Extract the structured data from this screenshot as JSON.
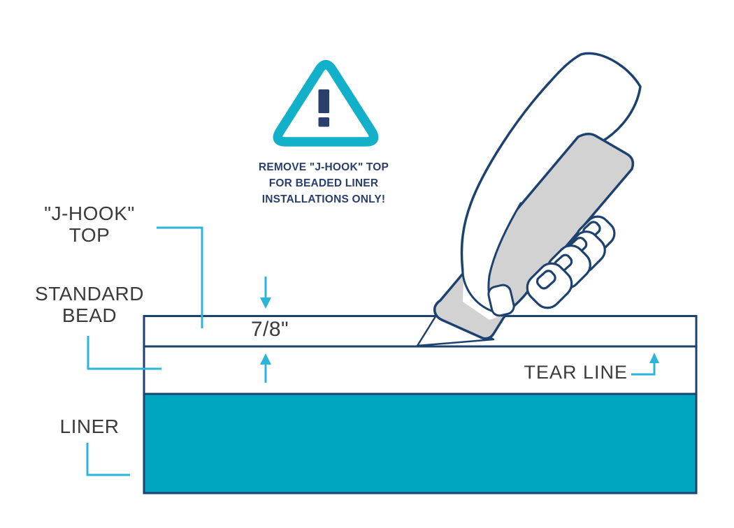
{
  "warning": {
    "icon": "warning-triangle-icon",
    "text_lines": [
      "REMOVE \"J-HOOK\" TOP",
      "FOR BEADED LINER",
      "INSTALLATIONS ONLY!"
    ]
  },
  "labels": {
    "jhook": {
      "line1": "\"J-HOOK\"",
      "line2": "TOP"
    },
    "standard_bead": {
      "line1": "STANDARD",
      "line2": "BEAD"
    },
    "liner": "LINER",
    "tear_line": "TEAR LINE",
    "measurement": "7/8\""
  },
  "colors": {
    "outline_navy": "#1d4270",
    "warning_teal": "#13b1c9",
    "liner_teal": "#00a5c0",
    "leader_cyan": "#2bb5d8",
    "warning_text_navy": "#2b3f6d",
    "label_gray": "#3b3b3b",
    "knife_gray": "#d2d2d2"
  }
}
